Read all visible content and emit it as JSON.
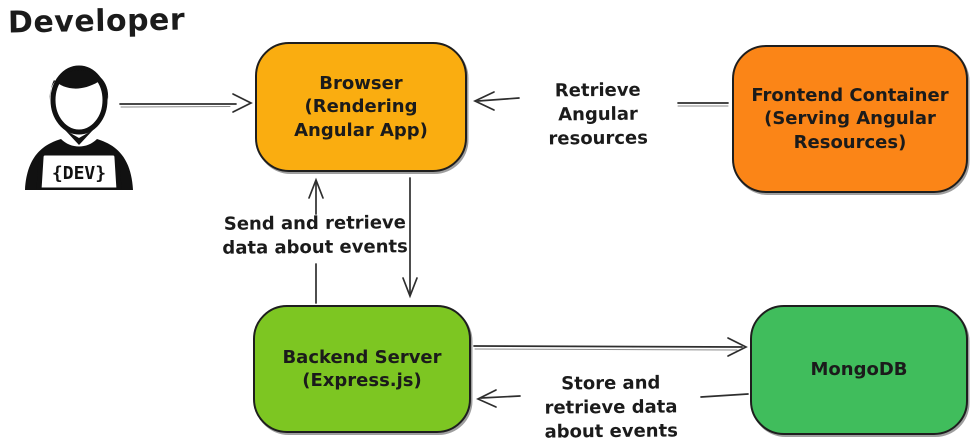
{
  "diagram": {
    "title": "Developer",
    "actor": {
      "badge": "{DEV}"
    },
    "nodes": {
      "browser": {
        "label": "Browser (Rendering Angular App)",
        "color": "#FAAD10"
      },
      "frontend": {
        "label": "Frontend Container (Serving Angular Resources)",
        "color": "#FB8517"
      },
      "backend": {
        "label": "Backend Server (Express.js)",
        "color": "#7DC622"
      },
      "mongodb": {
        "label": "MongoDB",
        "color": "#40BD5C"
      }
    },
    "edges": {
      "frontend_to_browser": {
        "label": "Retrieve Angular resources"
      },
      "browser_backend": {
        "label": "Send and retrieve data about events"
      },
      "backend_mongodb": {
        "label": "Store and retrieve data about events"
      }
    },
    "colors": {
      "stroke": "#2e2e2e",
      "text": "#1b1b1b"
    }
  }
}
